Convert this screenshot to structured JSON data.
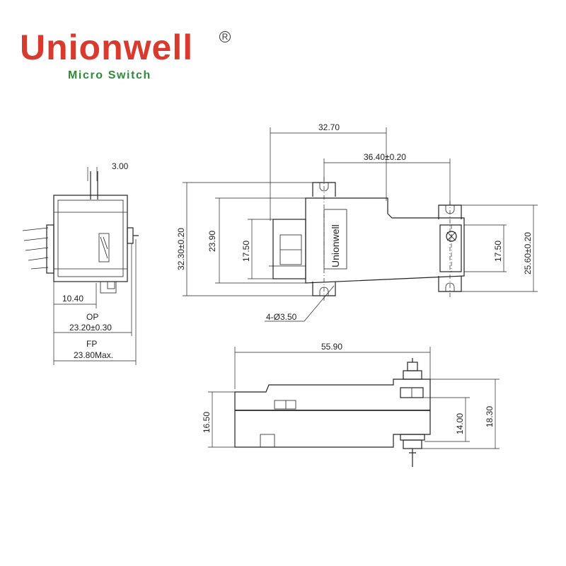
{
  "brand": {
    "name": "Unionwell",
    "registered_mark": "R",
    "tagline": "Micro Switch",
    "name_color": "#d83a2e",
    "tagline_color": "#2e8b3a"
  },
  "drawing": {
    "side_view": {
      "dim_lever_thickness": "3.00",
      "dim_width": "10.40",
      "label_op": "OP",
      "dim_op": "23.20±0.30",
      "label_fp": "FP",
      "dim_fp": "23.80Max."
    },
    "top_view": {
      "dim_lever_offset": "32.70",
      "dim_hole_pitch": "36.40±0.20",
      "dim_left_height": "32.30±0.20",
      "dim_body_height": "23.90",
      "dim_left_slot": "17.50",
      "dim_right_slot": "17.50",
      "dim_right_height": "25.60±0.20",
      "dim_holes": "4-Ø3.50",
      "body_marking": "Unionwell"
    },
    "front_view": {
      "dim_length": "55.90",
      "dim_height": "16.50",
      "dim_actuator_height": "14.00",
      "dim_overall_height": "18.30"
    }
  }
}
